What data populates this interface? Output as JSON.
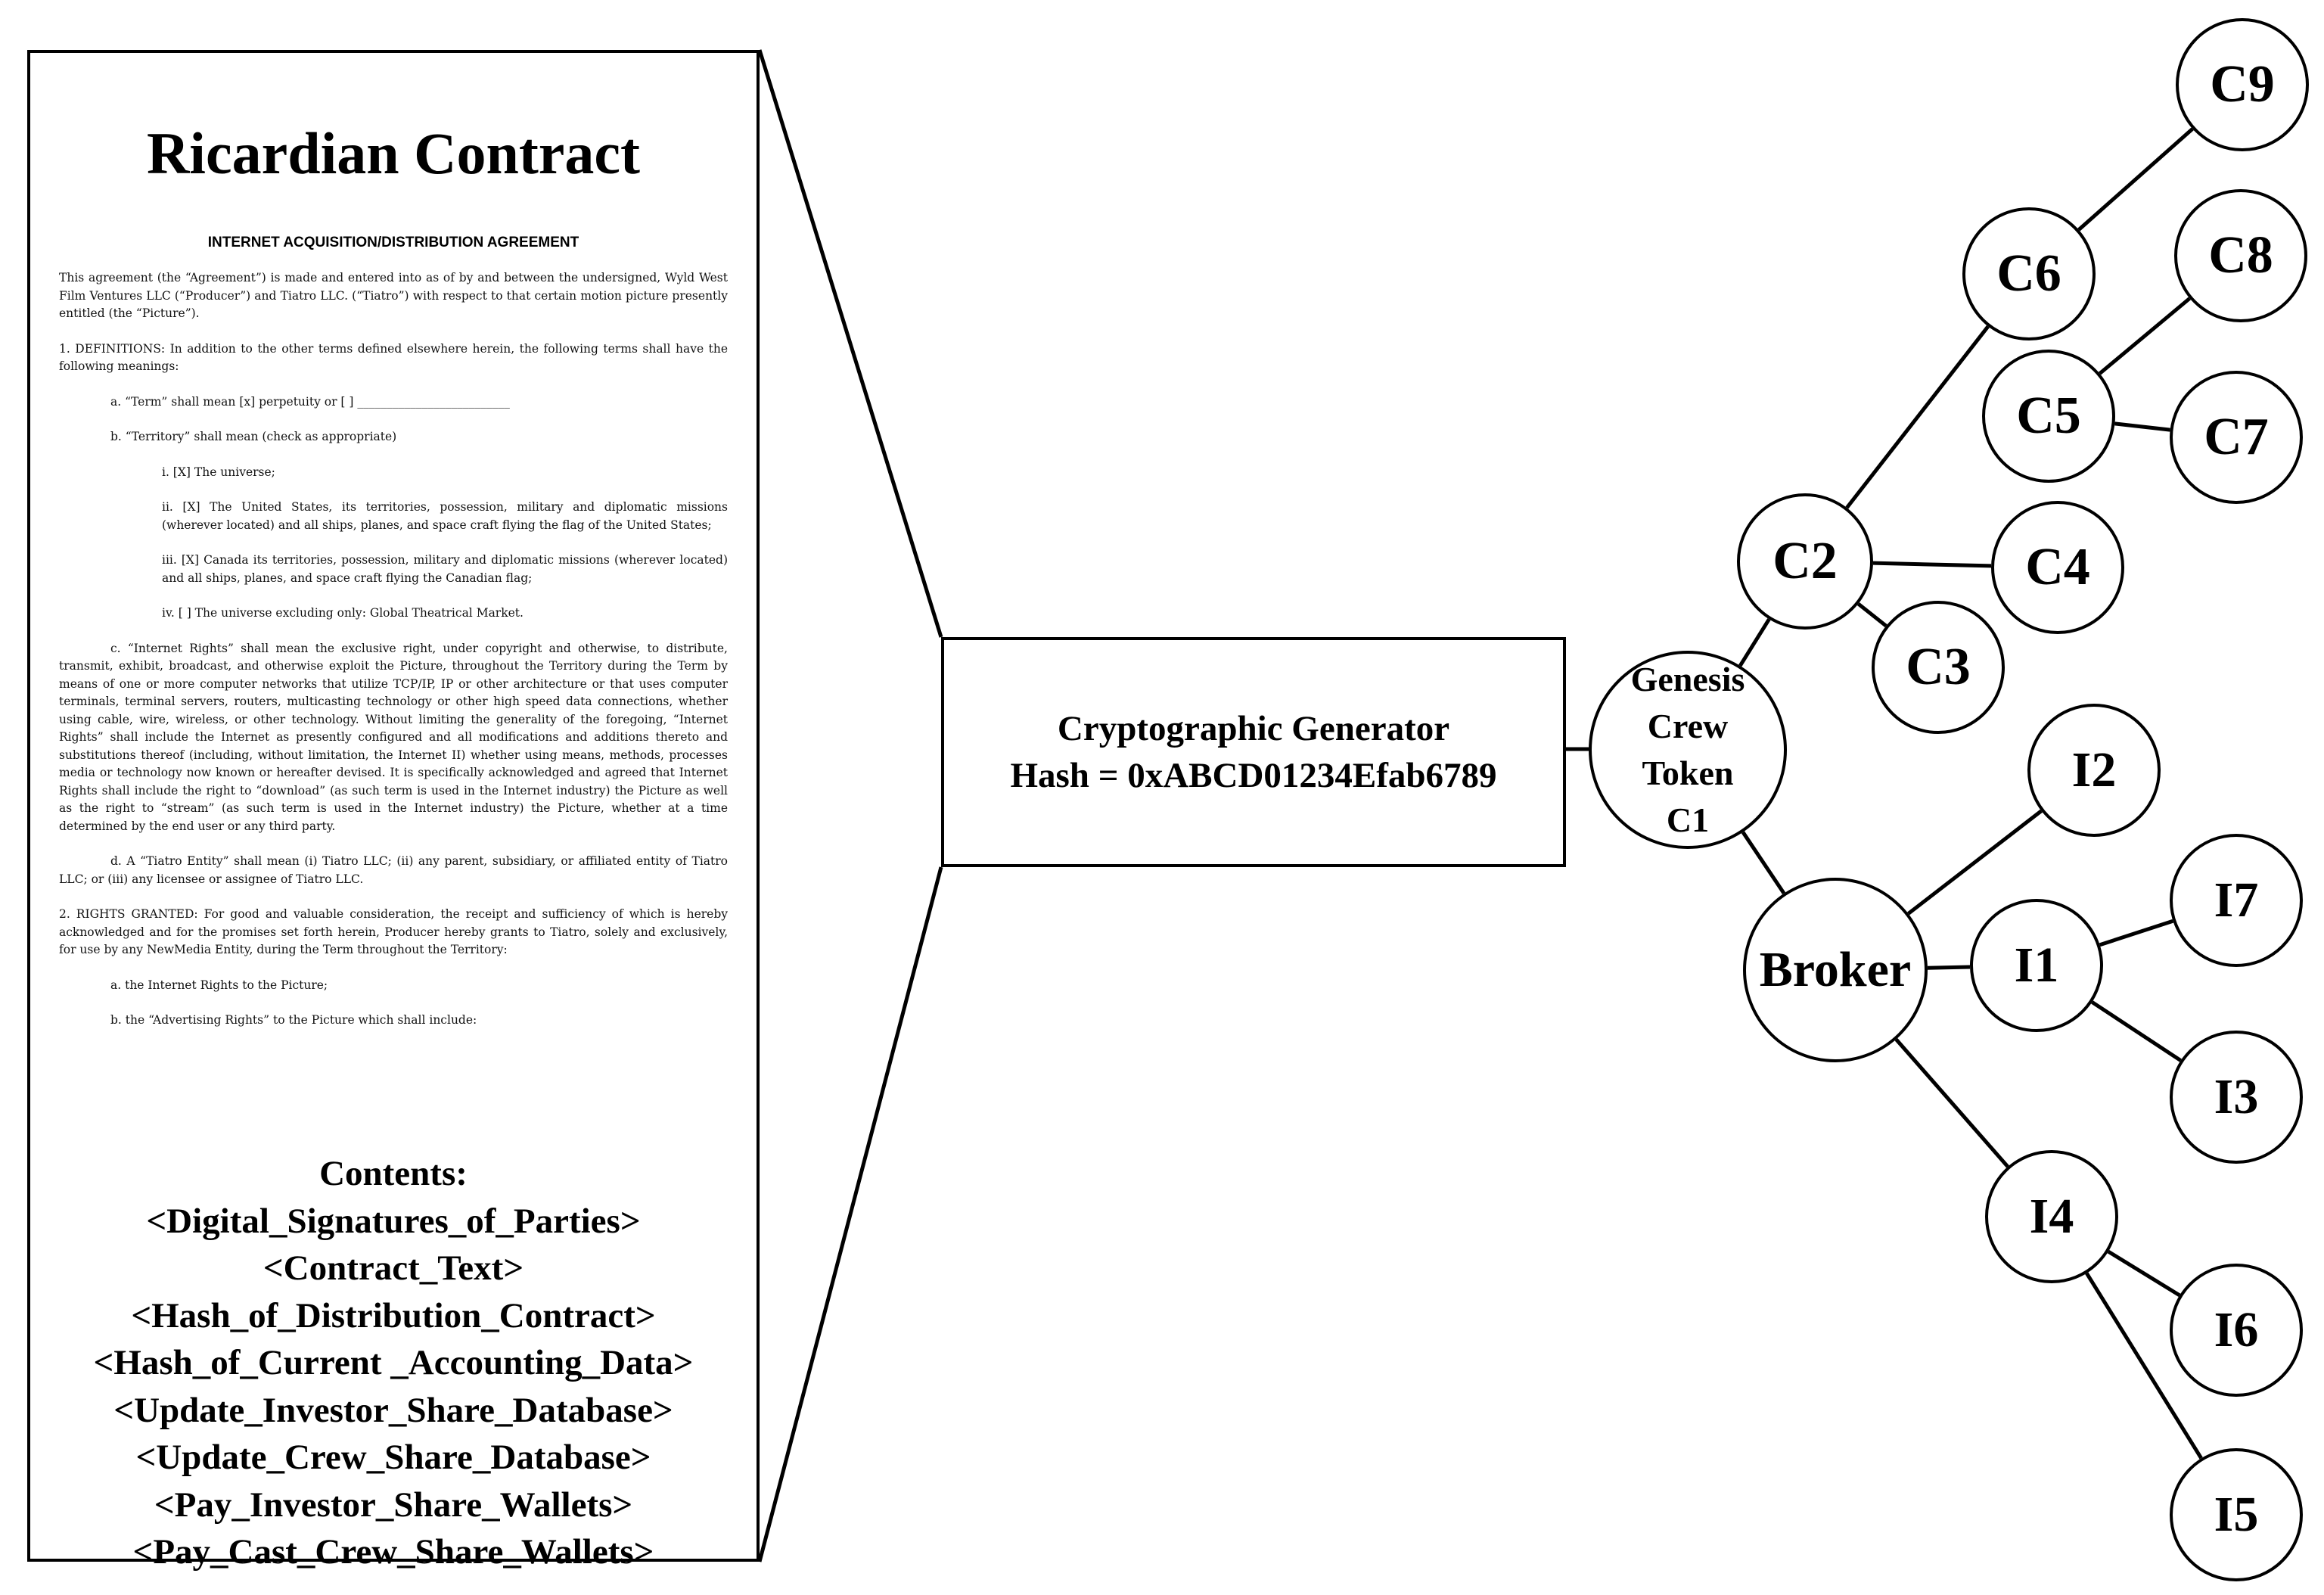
{
  "contract": {
    "title": "Ricardian Contract",
    "agreement_heading": "INTERNET ACQUISITION/DISTRIBUTION AGREEMENT",
    "paragraphs": [
      "This agreement (the “Agreement”) is made and entered into as of by and between the undersigned, Wyld West Film Ventures LLC (“Producer”) and Tiatro LLC. (“Tiatro”) with respect to that certain motion picture presently entitled (the “Picture”).",
      "1. DEFINITIONS: In addition to the other terms defined elsewhere herein, the following terms shall have the following meanings:",
      "a. “Term” shall mean [x] perpetuity or [ ] __________________________",
      "b. “Territory” shall mean (check as appropriate)",
      "i. [X] The universe;",
      "ii. [X] The United States, its territories, possession, military and diplomatic missions (wherever located) and all ships, planes, and space craft flying the flag of the United States;",
      "iii. [X] Canada its territories, possession, military and diplomatic missions (wherever located) and all ships, planes, and space craft flying the Canadian flag;",
      "iv. [ ] The universe excluding only: Global Theatrical Market.",
      "c. “Internet Rights” shall mean the exclusive right, under copyright and otherwise, to distribute, transmit, exhibit, broadcast, and otherwise exploit the Picture, throughout the Territory during the Term by means of one or more computer networks that utilize TCP/IP, IP or other architecture or that uses computer terminals, terminal servers, routers, multicasting technology or other high speed data connections, whether using cable, wire, wireless, or other technology. Without limiting the generality of the foregoing, “Internet Rights” shall include the Internet as presently configured and all modifications and additions thereto and substitutions thereof (including, without limitation, the Internet II) whether using means, methods, processes media or technology now known or hereafter devised. It is specifically acknowledged and agreed that Internet Rights shall include the right to “download” (as such term is used in the Internet industry) the Picture as well as the right to “stream” (as such term is used in the Internet industry) the Picture, whether at a time determined by the end user or any third party.",
      "d. A “Tiatro Entity” shall mean (i) Tiatro LLC; (ii) any parent, subsidiary, or affiliated entity of Tiatro LLC; or (iii) any licensee or assignee of Tiatro LLC.",
      "2. RIGHTS GRANTED: For good and valuable consideration, the receipt and sufficiency of which is hereby acknowledged and for the promises set forth herein, Producer hereby grants to Tiatro, solely and exclusively, for use by any NewMedia Entity, during the Term throughout the Territory:",
      "a. the Internet Rights to the Picture;",
      "b. the “Advertising Rights” to the Picture which shall include:"
    ],
    "contents_heading": "Contents:",
    "contents_items": [
      "<Digital_Signatures_of_Parties>",
      "<Contract_Text>",
      "<Hash_of_Distribution_Contract>",
      "<Hash_of_Current _Accounting_Data>",
      "<Update_Investor_Share_Database>",
      "<Update_Crew_Share_Database>",
      "<Pay_Investor_Share_Wallets>",
      "<Pay_Cast_Crew_Share_Wallets>"
    ]
  },
  "generator": {
    "line1": "Cryptographic Generator",
    "line2": "Hash = 0xABCD01234Efab6789"
  },
  "genesis": {
    "lines": [
      "Genesis",
      "Crew",
      "Token",
      "C1"
    ]
  },
  "nodes": {
    "broker": "Broker",
    "c2": "C2",
    "c3": "C3",
    "c4": "C4",
    "c5": "C5",
    "c6": "C6",
    "c7": "C7",
    "c8": "C8",
    "c9": "C9",
    "i1": "I1",
    "i2": "I2",
    "i3": "I3",
    "i4": "I4",
    "i5": "I5",
    "i6": "I6",
    "i7": "I7"
  },
  "edges": [
    [
      "genesis",
      "c2"
    ],
    [
      "genesis",
      "broker"
    ],
    [
      "c2",
      "c6"
    ],
    [
      "c2",
      "c4"
    ],
    [
      "c2",
      "c3"
    ],
    [
      "c6",
      "c9"
    ],
    [
      "c5",
      "c8"
    ],
    [
      "c5",
      "c7"
    ],
    [
      "broker",
      "i2"
    ],
    [
      "broker",
      "i1"
    ],
    [
      "broker",
      "i4"
    ],
    [
      "i1",
      "i7"
    ],
    [
      "i1",
      "i3"
    ],
    [
      "i4",
      "i6"
    ],
    [
      "i4",
      "i5"
    ]
  ]
}
